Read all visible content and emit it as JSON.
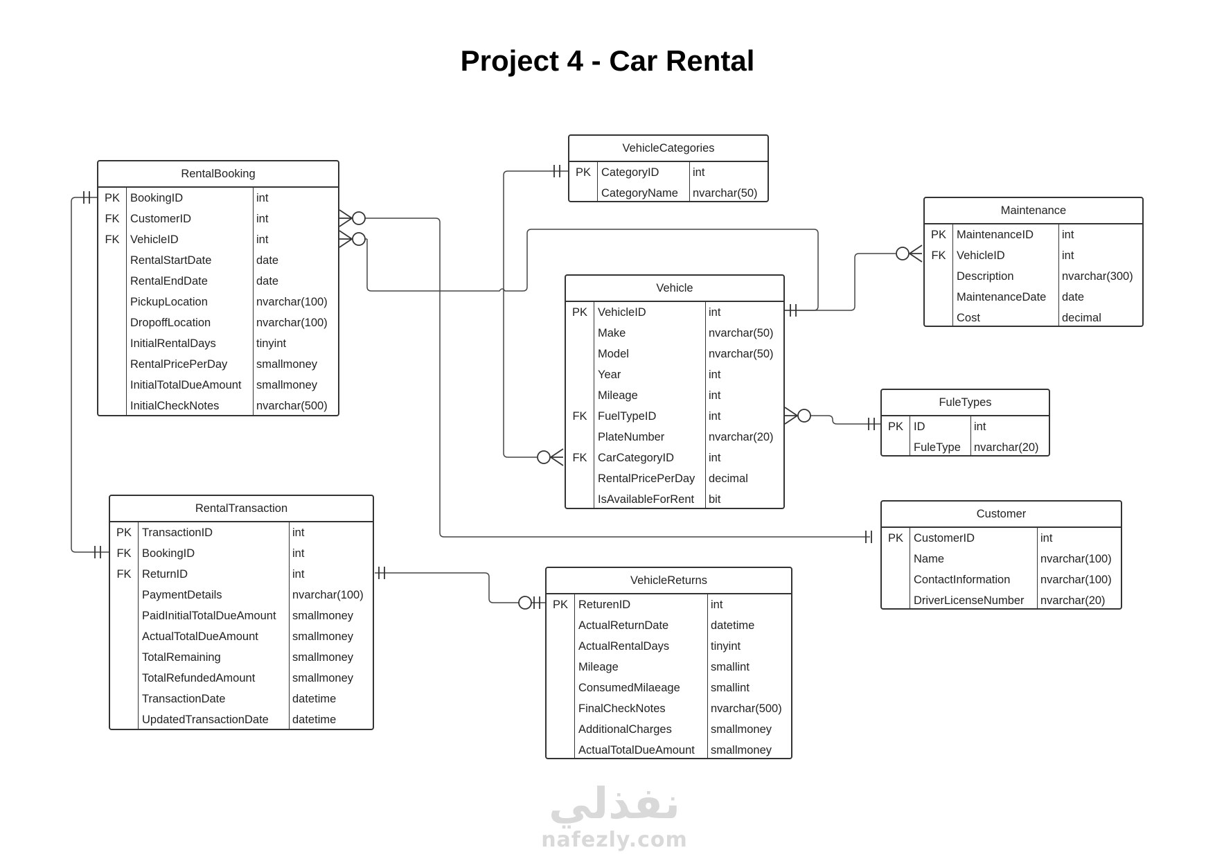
{
  "title": "Project 4 - Car Rental",
  "watermark": {
    "arabic": "نفذلي",
    "domain": "nafezly.com"
  },
  "entities": {
    "rental_booking": {
      "name": "RentalBooking",
      "rows": [
        {
          "key": "PK",
          "field": "BookingID",
          "type": "int"
        },
        {
          "key": "FK",
          "field": "CustomerID",
          "type": "int"
        },
        {
          "key": "FK",
          "field": "VehicleID",
          "type": "int"
        },
        {
          "key": "",
          "field": "RentalStartDate",
          "type": "date"
        },
        {
          "key": "",
          "field": "RentalEndDate",
          "type": "date"
        },
        {
          "key": "",
          "field": "PickupLocation",
          "type": "nvarchar(100)"
        },
        {
          "key": "",
          "field": "DropoffLocation",
          "type": "nvarchar(100)"
        },
        {
          "key": "",
          "field": "InitialRentalDays",
          "type": "tinyint"
        },
        {
          "key": "",
          "field": "RentalPricePerDay",
          "type": "smallmoney"
        },
        {
          "key": "",
          "field": "InitialTotalDueAmount",
          "type": "smallmoney"
        },
        {
          "key": "",
          "field": "InitialCheckNotes",
          "type": "nvarchar(500)"
        }
      ]
    },
    "vehicle_categories": {
      "name": "VehicleCategories",
      "rows": [
        {
          "key": "PK",
          "field": "CategoryID",
          "type": "int"
        },
        {
          "key": "",
          "field": "CategoryName",
          "type": "nvarchar(50)"
        }
      ]
    },
    "maintenance": {
      "name": "Maintenance",
      "rows": [
        {
          "key": "PK",
          "field": "MaintenanceID",
          "type": "int"
        },
        {
          "key": "FK",
          "field": "VehicleID",
          "type": "int"
        },
        {
          "key": "",
          "field": "Description",
          "type": "nvarchar(300)"
        },
        {
          "key": "",
          "field": "MaintenanceDate",
          "type": "date"
        },
        {
          "key": "",
          "field": "Cost",
          "type": "decimal"
        }
      ]
    },
    "vehicle": {
      "name": "Vehicle",
      "rows": [
        {
          "key": "PK",
          "field": "VehicleID",
          "type": "int"
        },
        {
          "key": "",
          "field": "Make",
          "type": "nvarchar(50)"
        },
        {
          "key": "",
          "field": "Model",
          "type": "nvarchar(50)"
        },
        {
          "key": "",
          "field": "Year",
          "type": "int"
        },
        {
          "key": "",
          "field": "Mileage",
          "type": "int"
        },
        {
          "key": "FK",
          "field": "FuelTypeID",
          "type": "int"
        },
        {
          "key": "",
          "field": "PlateNumber",
          "type": "nvarchar(20)"
        },
        {
          "key": "FK",
          "field": "CarCategoryID",
          "type": "int"
        },
        {
          "key": "",
          "field": "RentalPricePerDay",
          "type": "decimal"
        },
        {
          "key": "",
          "field": "IsAvailableForRent",
          "type": "bit"
        }
      ]
    },
    "fuel_types": {
      "name": "FuleTypes",
      "rows": [
        {
          "key": "PK",
          "field": "ID",
          "type": "int"
        },
        {
          "key": "",
          "field": "FuleType",
          "type": "nvarchar(20)"
        }
      ]
    },
    "rental_transaction": {
      "name": "RentalTransaction",
      "rows": [
        {
          "key": "PK",
          "field": "TransactionID",
          "type": "int"
        },
        {
          "key": "FK",
          "field": "BookingID",
          "type": "int"
        },
        {
          "key": "FK",
          "field": "ReturnID",
          "type": "int"
        },
        {
          "key": "",
          "field": "PaymentDetails",
          "type": "nvarchar(100)"
        },
        {
          "key": "",
          "field": "PaidInitialTotalDueAmount",
          "type": "smallmoney"
        },
        {
          "key": "",
          "field": "ActualTotalDueAmount",
          "type": "smallmoney"
        },
        {
          "key": "",
          "field": "TotalRemaining",
          "type": "smallmoney"
        },
        {
          "key": "",
          "field": "TotalRefundedAmount",
          "type": "smallmoney"
        },
        {
          "key": "",
          "field": "TransactionDate",
          "type": "datetime"
        },
        {
          "key": "",
          "field": "UpdatedTransactionDate",
          "type": "datetime"
        }
      ]
    },
    "customer": {
      "name": "Customer",
      "rows": [
        {
          "key": "PK",
          "field": "CustomerID",
          "type": "int"
        },
        {
          "key": "",
          "field": "Name",
          "type": "nvarchar(100)"
        },
        {
          "key": "",
          "field": "ContactInformation",
          "type": "nvarchar(100)"
        },
        {
          "key": "",
          "field": "DriverLicenseNumber",
          "type": "nvarchar(20)"
        }
      ]
    },
    "vehicle_returns": {
      "name": "VehicleReturns",
      "rows": [
        {
          "key": "PK",
          "field": "ReturenID",
          "type": "int"
        },
        {
          "key": "",
          "field": "ActualReturnDate",
          "type": "datetime"
        },
        {
          "key": "",
          "field": "ActualRentalDays",
          "type": "tinyint"
        },
        {
          "key": "",
          "field": "Mileage",
          "type": "smallint"
        },
        {
          "key": "",
          "field": "ConsumedMilaeage",
          "type": "smallint"
        },
        {
          "key": "",
          "field": "FinalCheckNotes",
          "type": "nvarchar(500)"
        },
        {
          "key": "",
          "field": "AdditionalCharges",
          "type": "smallmoney"
        },
        {
          "key": "",
          "field": "ActualTotalDueAmount",
          "type": "smallmoney"
        }
      ]
    }
  }
}
